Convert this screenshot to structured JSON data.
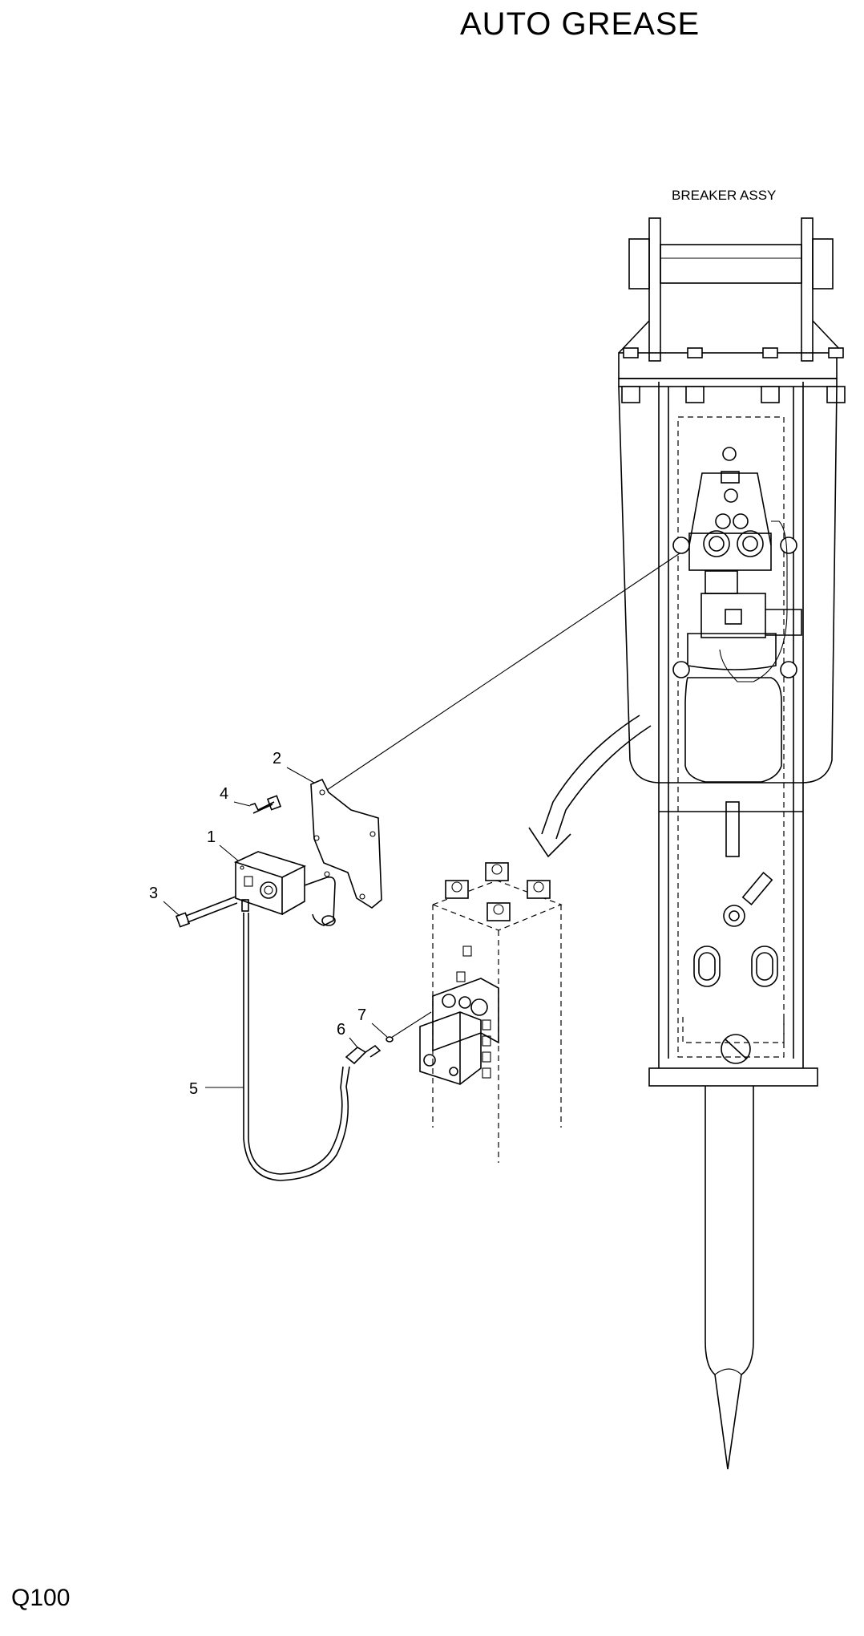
{
  "title": "AUTO GREASE",
  "page_code": "Q100",
  "assembly_label": "BREAKER ASSY",
  "callouts": [
    {
      "id": "1",
      "label": "1"
    },
    {
      "id": "2",
      "label": "2"
    },
    {
      "id": "3",
      "label": "3"
    },
    {
      "id": "4",
      "label": "4"
    },
    {
      "id": "5",
      "label": "5"
    },
    {
      "id": "6",
      "label": "6"
    },
    {
      "id": "7",
      "label": "7"
    }
  ]
}
